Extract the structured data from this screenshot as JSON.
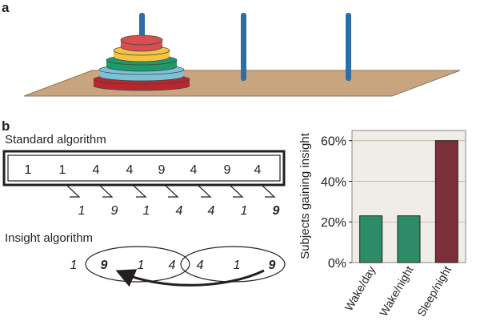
{
  "panel_a_label": "a",
  "panel_b_label": "b",
  "standard": {
    "title": "Standard algorithm",
    "top_sequence": [
      "1",
      "1",
      "4",
      "4",
      "9",
      "4",
      "9",
      "4"
    ],
    "bottom_sequence": [
      "1",
      "9",
      "1",
      "4",
      "4",
      "1",
      "9"
    ]
  },
  "insight": {
    "title": "Insight algorithm",
    "left_group": [
      "1",
      "9",
      "1",
      "4"
    ],
    "right_group": [
      "4",
      "1",
      "9"
    ]
  },
  "disk_colors": [
    "#d94f4f",
    "#f5c342",
    "#1e9a6a",
    "#7bc2d8",
    "#b8262e"
  ],
  "chart_data": {
    "type": "bar",
    "categories": [
      "Wake/day",
      "Wake/night",
      "Sleep/night"
    ],
    "values": [
      23,
      23,
      60
    ],
    "ylabel": "Subjects gaining insight",
    "yticks": [
      "0%",
      "20%",
      "40%",
      "60%"
    ],
    "ylim": [
      0,
      65
    ],
    "colors": [
      "#2e8b68",
      "#2e8b68",
      "#7a2f3a"
    ]
  }
}
